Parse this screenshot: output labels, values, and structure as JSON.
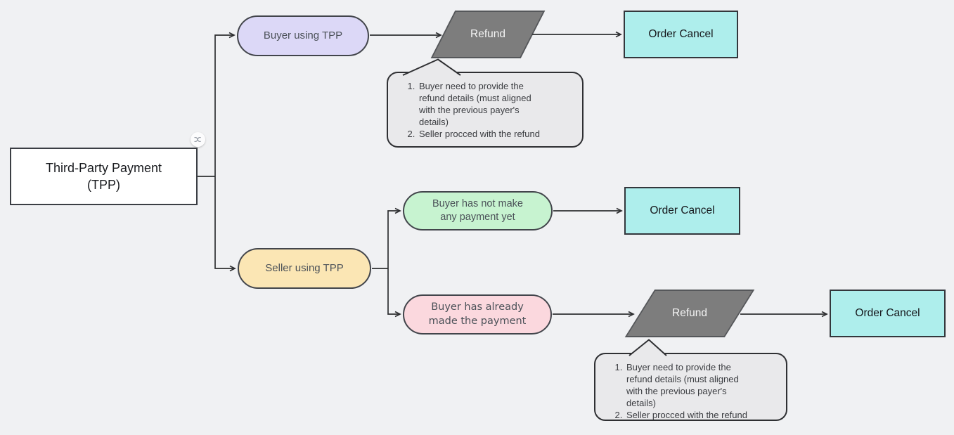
{
  "canvas": {
    "background_color": "#f0f1f3",
    "connector_color": "#2e2f31"
  },
  "root_node": {
    "lines": [
      "Third-Party Payment",
      "(TPP)"
    ],
    "fill_color": "#ffffff"
  },
  "collapse_badge": {
    "icon": "shuffle-icon"
  },
  "branch_nodes": {
    "buyer_using_tpp": {
      "label": "Buyer using TPP",
      "fill_color": "#dcd8f7"
    },
    "seller_using_tpp": {
      "label": "Seller using TPP",
      "fill_color": "#fbe6b4"
    }
  },
  "condition_nodes": {
    "no_payment_yet": {
      "lines": [
        "Buyer has not make",
        "any payment yet"
      ],
      "fill_color": "#c7f3d0"
    },
    "already_paid": {
      "lines": [
        "Buyer has already",
        "made the payment"
      ],
      "fill_color": "#fbd8de"
    }
  },
  "process_nodes": {
    "refund_top": {
      "label": "Refund",
      "fill_color": "#7d7d7d",
      "text_color": "#f4f4f4"
    },
    "refund_bottom": {
      "label": "Refund",
      "fill_color": "#7d7d7d",
      "text_color": "#f4f4f4"
    }
  },
  "terminal_nodes": {
    "order_cancel_top": {
      "label": "Order Cancel",
      "fill_color": "#aeeeec"
    },
    "order_cancel_middle": {
      "label": "Order Cancel",
      "fill_color": "#aeeeec"
    },
    "order_cancel_bottom": {
      "label": "Order Cancel",
      "fill_color": "#aeeeec"
    }
  },
  "notes": {
    "refund_note_top": {
      "fill_color": "#e9e9eb",
      "items": [
        "Buyer need to provide the\nrefund details (must aligned\nwith the previous payer's\ndetails)",
        "Seller procced with the refund"
      ]
    },
    "refund_note_bottom": {
      "fill_color": "#e9e9eb",
      "items": [
        "Buyer need to provide the\nrefund details (must aligned\nwith the previous payer's\ndetails)",
        "Seller procced with the refund"
      ]
    }
  }
}
